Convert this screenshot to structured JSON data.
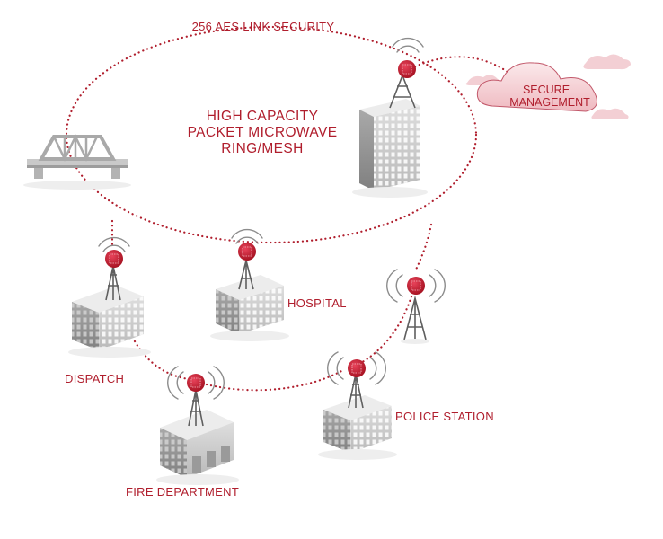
{
  "labels": {
    "link_security": "256 AES LINK SECURITY",
    "ring_line1": "HIGH CAPACITY",
    "ring_line2": "PACKET MICROWAVE",
    "ring_line3": "RING/MESH",
    "cloud_line1": "SECURE",
    "cloud_line2": "MANAGEMENT",
    "hospital": "HOSPITAL",
    "dispatch": "DISPATCH",
    "fire_department": "FIRE DEPARTMENT",
    "police_station": "POLICE STATION"
  },
  "colors": {
    "accent": "#b01e2d",
    "radio": "#c0182a",
    "cloud_fill": "#f7d9dc",
    "building_front": "#cfcfcf",
    "building_side": "#9e9e9e",
    "building_roof": "#e8e8e8"
  },
  "icons": [
    "radio-unit-icon",
    "tower-icon",
    "signal-waves-icon",
    "building-icon",
    "bridge-icon",
    "cloud-icon"
  ]
}
